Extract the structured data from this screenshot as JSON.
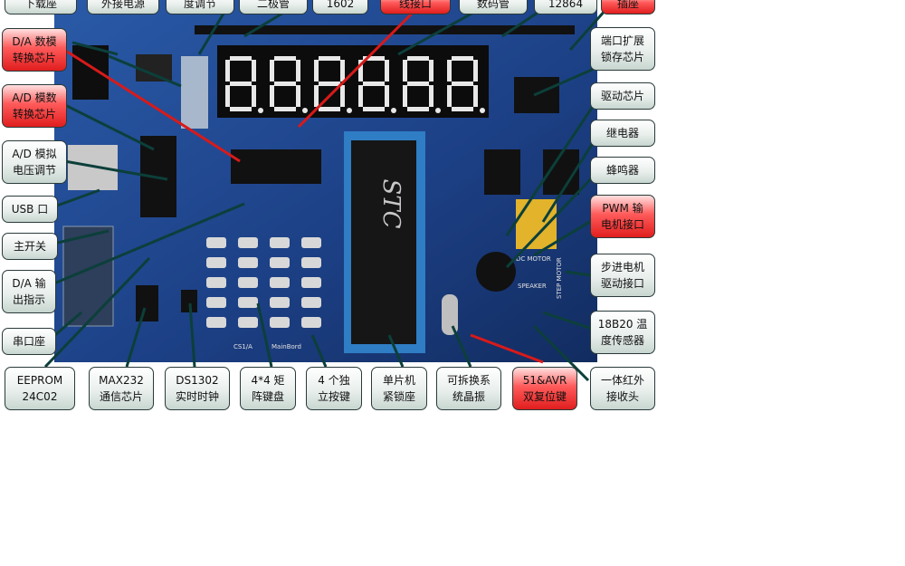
{
  "labels": {
    "top": [
      {
        "lines": [
          "下载座"
        ]
      },
      {
        "lines": [
          "外接电源"
        ]
      },
      {
        "lines": [
          "度调节"
        ]
      },
      {
        "lines": [
          "二极管"
        ]
      },
      {
        "lines": [
          "1602"
        ]
      },
      {
        "lines": [
          "线接口"
        ],
        "highlight": true
      },
      {
        "lines": [
          "数码管"
        ]
      },
      {
        "lines": [
          "12864"
        ]
      },
      {
        "lines": [
          "插座"
        ],
        "highlight": true
      }
    ],
    "left": [
      {
        "lines": [
          "D/A 数模",
          "转换芯片"
        ],
        "highlight": true
      },
      {
        "lines": [
          "A/D 模数",
          "转换芯片"
        ],
        "highlight": true
      },
      {
        "lines": [
          "A/D 模拟",
          "电压调节"
        ]
      },
      {
        "lines": [
          "USB 口"
        ]
      },
      {
        "lines": [
          "主开关"
        ]
      },
      {
        "lines": [
          "D/A 输",
          "出指示"
        ]
      },
      {
        "lines": [
          "串口座"
        ]
      }
    ],
    "right": [
      {
        "lines": [
          "端口扩展",
          "锁存芯片"
        ]
      },
      {
        "lines": [
          "驱动芯片"
        ]
      },
      {
        "lines": [
          "继电器"
        ]
      },
      {
        "lines": [
          "蜂鸣器"
        ]
      },
      {
        "lines": [
          "PWM 输",
          "电机接口"
        ],
        "highlight": true
      },
      {
        "lines": [
          "步进电机",
          "驱动接口"
        ]
      },
      {
        "lines": [
          "18B20 温",
          "度传感器"
        ]
      },
      {
        "lines": [
          "一体红外",
          "接收头"
        ]
      }
    ],
    "bottom": [
      {
        "lines": [
          "EEPROM",
          "24C02"
        ]
      },
      {
        "lines": [
          "MAX232",
          "通信芯片"
        ]
      },
      {
        "lines": [
          "DS1302",
          "实时时钟"
        ]
      },
      {
        "lines": [
          "4*4 矩",
          "阵键盘"
        ]
      },
      {
        "lines": [
          "4 个独",
          "立按键"
        ]
      },
      {
        "lines": [
          "单片机",
          "紧锁座"
        ]
      },
      {
        "lines": [
          "可拆换系",
          "统晶振"
        ]
      },
      {
        "lines": [
          "51&AVR",
          "双复位键"
        ],
        "highlight": true
      }
    ]
  },
  "board_marks": {
    "chip_brand": "STC",
    "silk_1": "MainBord",
    "silk_2": "STEP MOTOR",
    "silk_3": "SPEAKER",
    "silk_4": "DC MOTOR",
    "silk_5": "CS1/A"
  },
  "colors": {
    "pcb": "#1b3f82",
    "label_normal": "#dfe8e4",
    "label_highlight": "#e82a2a",
    "digit": "#e8e8e8"
  }
}
